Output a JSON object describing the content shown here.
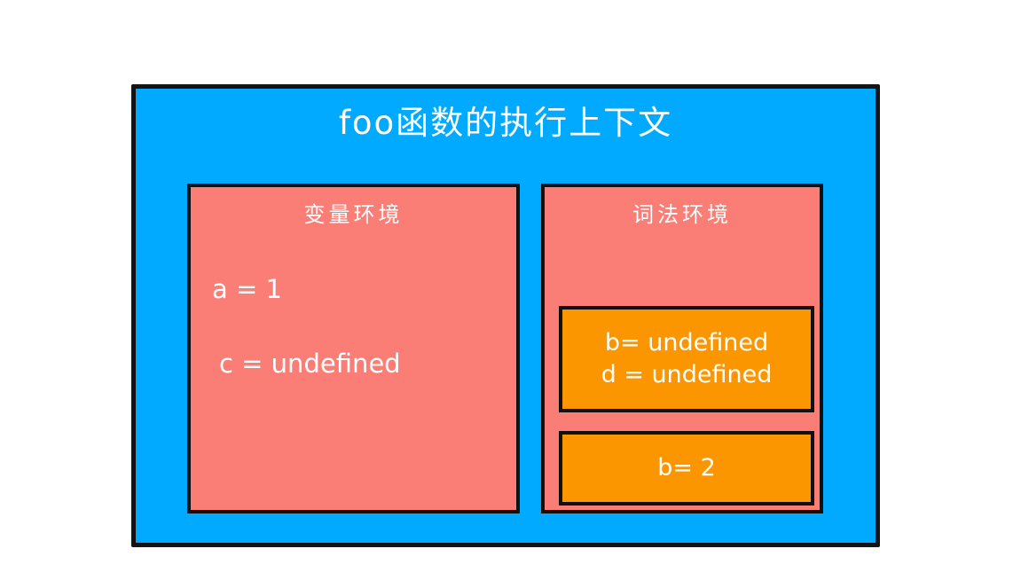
{
  "diagram": {
    "type": "javascript-execution-context",
    "title": "foo函数的执行上下文",
    "colors": {
      "context_background": "#02AAFF",
      "environment_background": "#FA7E76",
      "block_background": "#FB9500",
      "border": "#111111",
      "text": "#FFFFFF"
    },
    "variable_environment": {
      "title": "变量环境",
      "bindings": [
        {
          "text": "a = 1"
        },
        {
          "text": "c = undefined"
        }
      ]
    },
    "lexical_environment": {
      "title": "词法环境",
      "blocks": [
        {
          "name": "hoisted-block",
          "lines": [
            "b= undefined",
            "d = undefined"
          ]
        },
        {
          "name": "assigned-block",
          "lines": [
            "b= 2"
          ]
        }
      ]
    }
  }
}
